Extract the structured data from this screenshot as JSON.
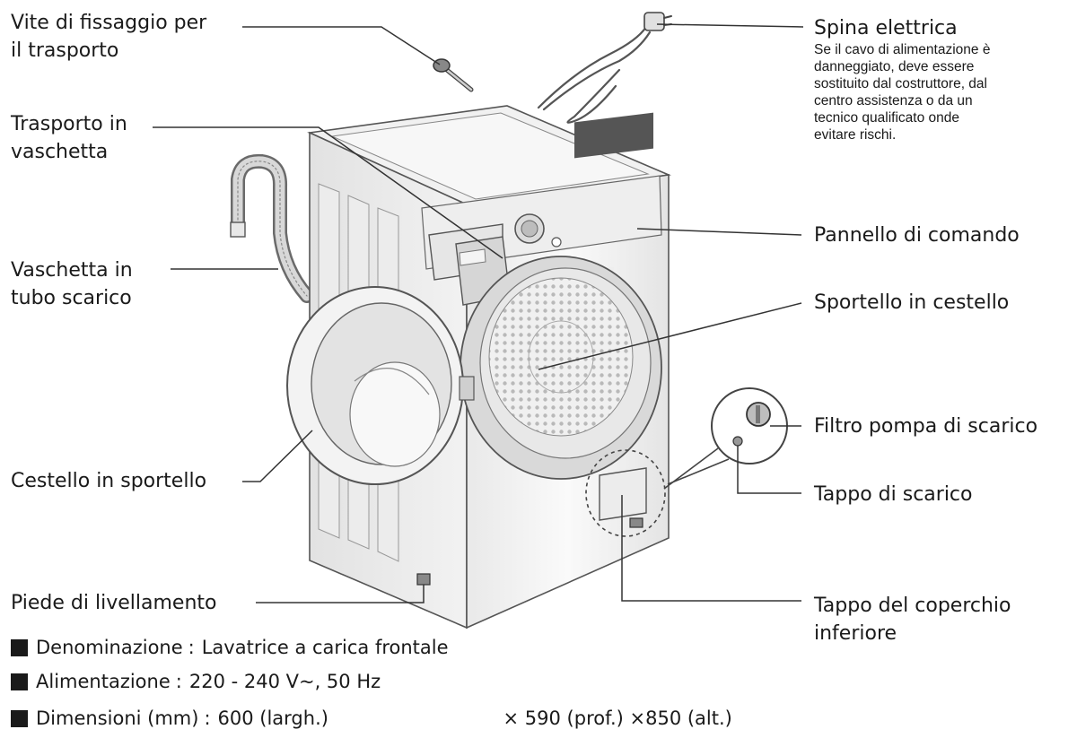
{
  "colors": {
    "ink": "#1a1a1a",
    "line": "#333333",
    "machine_fill": "#f3f3f3",
    "machine_shade": "#dcdcdc"
  },
  "labels": {
    "transport_screw": [
      "Vite di fissaggio per",
      "il trasporto"
    ],
    "dispenser": [
      "Trasporto in",
      "vaschetta"
    ],
    "drain_hose": [
      "Vaschetta in",
      "tubo scarico"
    ],
    "door": [
      "Cestello in sportello"
    ],
    "leveling_foot": [
      "Piede di livellamento"
    ],
    "power_plug": [
      "Spina elettrica"
    ],
    "power_plug_note": [
      "Se il cavo di alimentazione è",
      "danneggiato, deve essere",
      "sostituito dal costruttore, dal",
      "centro assistenza o da un",
      "tecnico qualificato onde",
      "evitare rischi."
    ],
    "control_panel": [
      "Pannello di comando"
    ],
    "drum": [
      "Sportello in cestello"
    ],
    "pump_filter": [
      "Filtro pompa di scarico"
    ],
    "drain_cap": [
      "Tappo di scarico"
    ],
    "lower_cover": [
      "Tappo del coperchio",
      "inferiore"
    ]
  },
  "specs": [
    {
      "key": "Denominazione",
      "sep": ":",
      "value": "Lavatrice a carica frontale"
    },
    {
      "key": "Alimentazione",
      "sep": ":",
      "value": "220 - 240 V~, 50 Hz"
    },
    {
      "key": "Dimensioni (mm)",
      "sep": ":",
      "value": "600 (largh.)",
      "value2": "× 590 (prof.) ×850 (alt.)"
    }
  ]
}
